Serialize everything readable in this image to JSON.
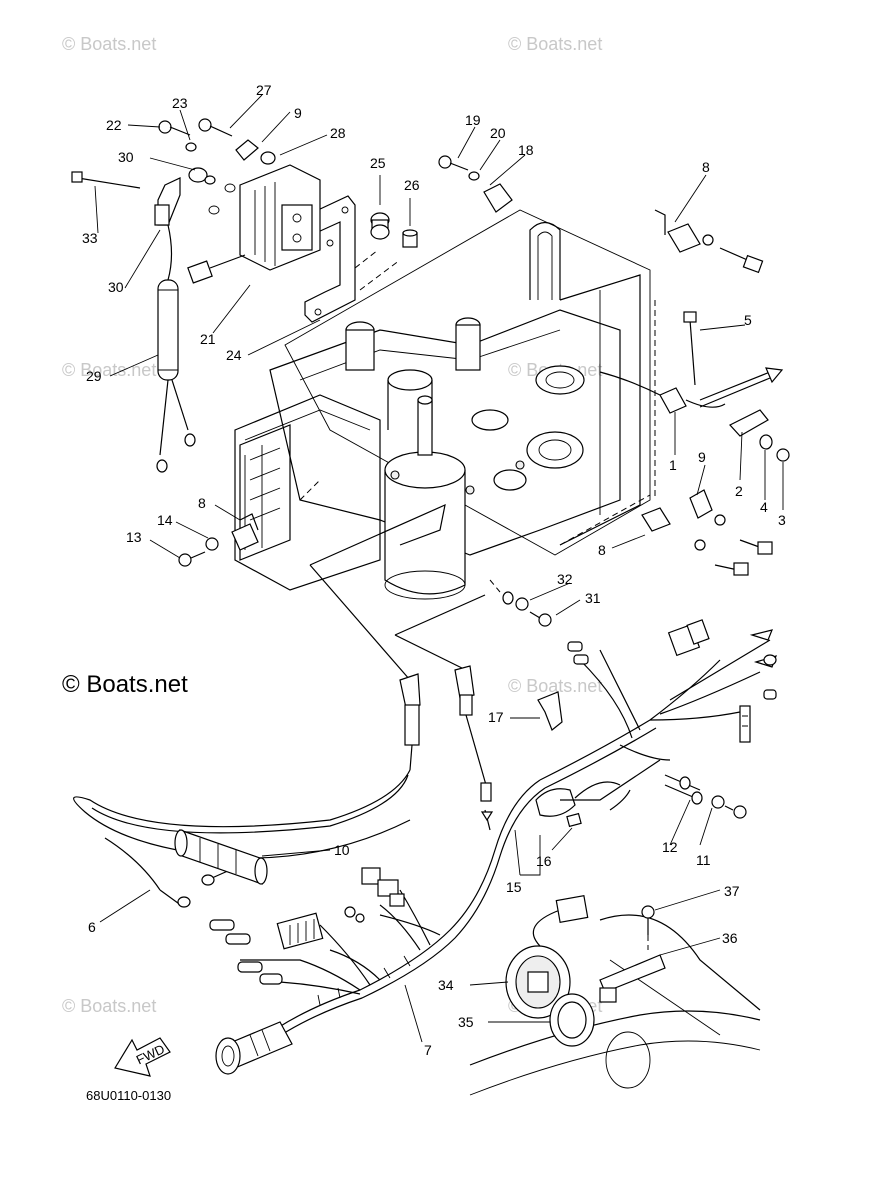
{
  "diagram_code": "68U0110-0130",
  "fwd_label": "FWD",
  "watermark": "© Boats.net",
  "watermark_main": "© Boats.net",
  "callouts": [
    {
      "num": "1"
    },
    {
      "num": "2"
    },
    {
      "num": "3"
    },
    {
      "num": "4"
    },
    {
      "num": "5"
    },
    {
      "num": "6"
    },
    {
      "num": "7"
    },
    {
      "num": "8"
    },
    {
      "num": "8"
    },
    {
      "num": "8"
    },
    {
      "num": "9"
    },
    {
      "num": "9"
    },
    {
      "num": "10"
    },
    {
      "num": "11"
    },
    {
      "num": "12"
    },
    {
      "num": "13"
    },
    {
      "num": "14"
    },
    {
      "num": "15"
    },
    {
      "num": "16"
    },
    {
      "num": "17"
    },
    {
      "num": "18"
    },
    {
      "num": "19"
    },
    {
      "num": "20"
    },
    {
      "num": "21"
    },
    {
      "num": "22"
    },
    {
      "num": "23"
    },
    {
      "num": "24"
    },
    {
      "num": "25"
    },
    {
      "num": "26"
    },
    {
      "num": "27"
    },
    {
      "num": "28"
    },
    {
      "num": "29"
    },
    {
      "num": "30"
    },
    {
      "num": "30"
    },
    {
      "num": "31"
    },
    {
      "num": "32"
    },
    {
      "num": "33"
    },
    {
      "num": "34"
    },
    {
      "num": "35"
    },
    {
      "num": "36"
    },
    {
      "num": "37"
    }
  ]
}
